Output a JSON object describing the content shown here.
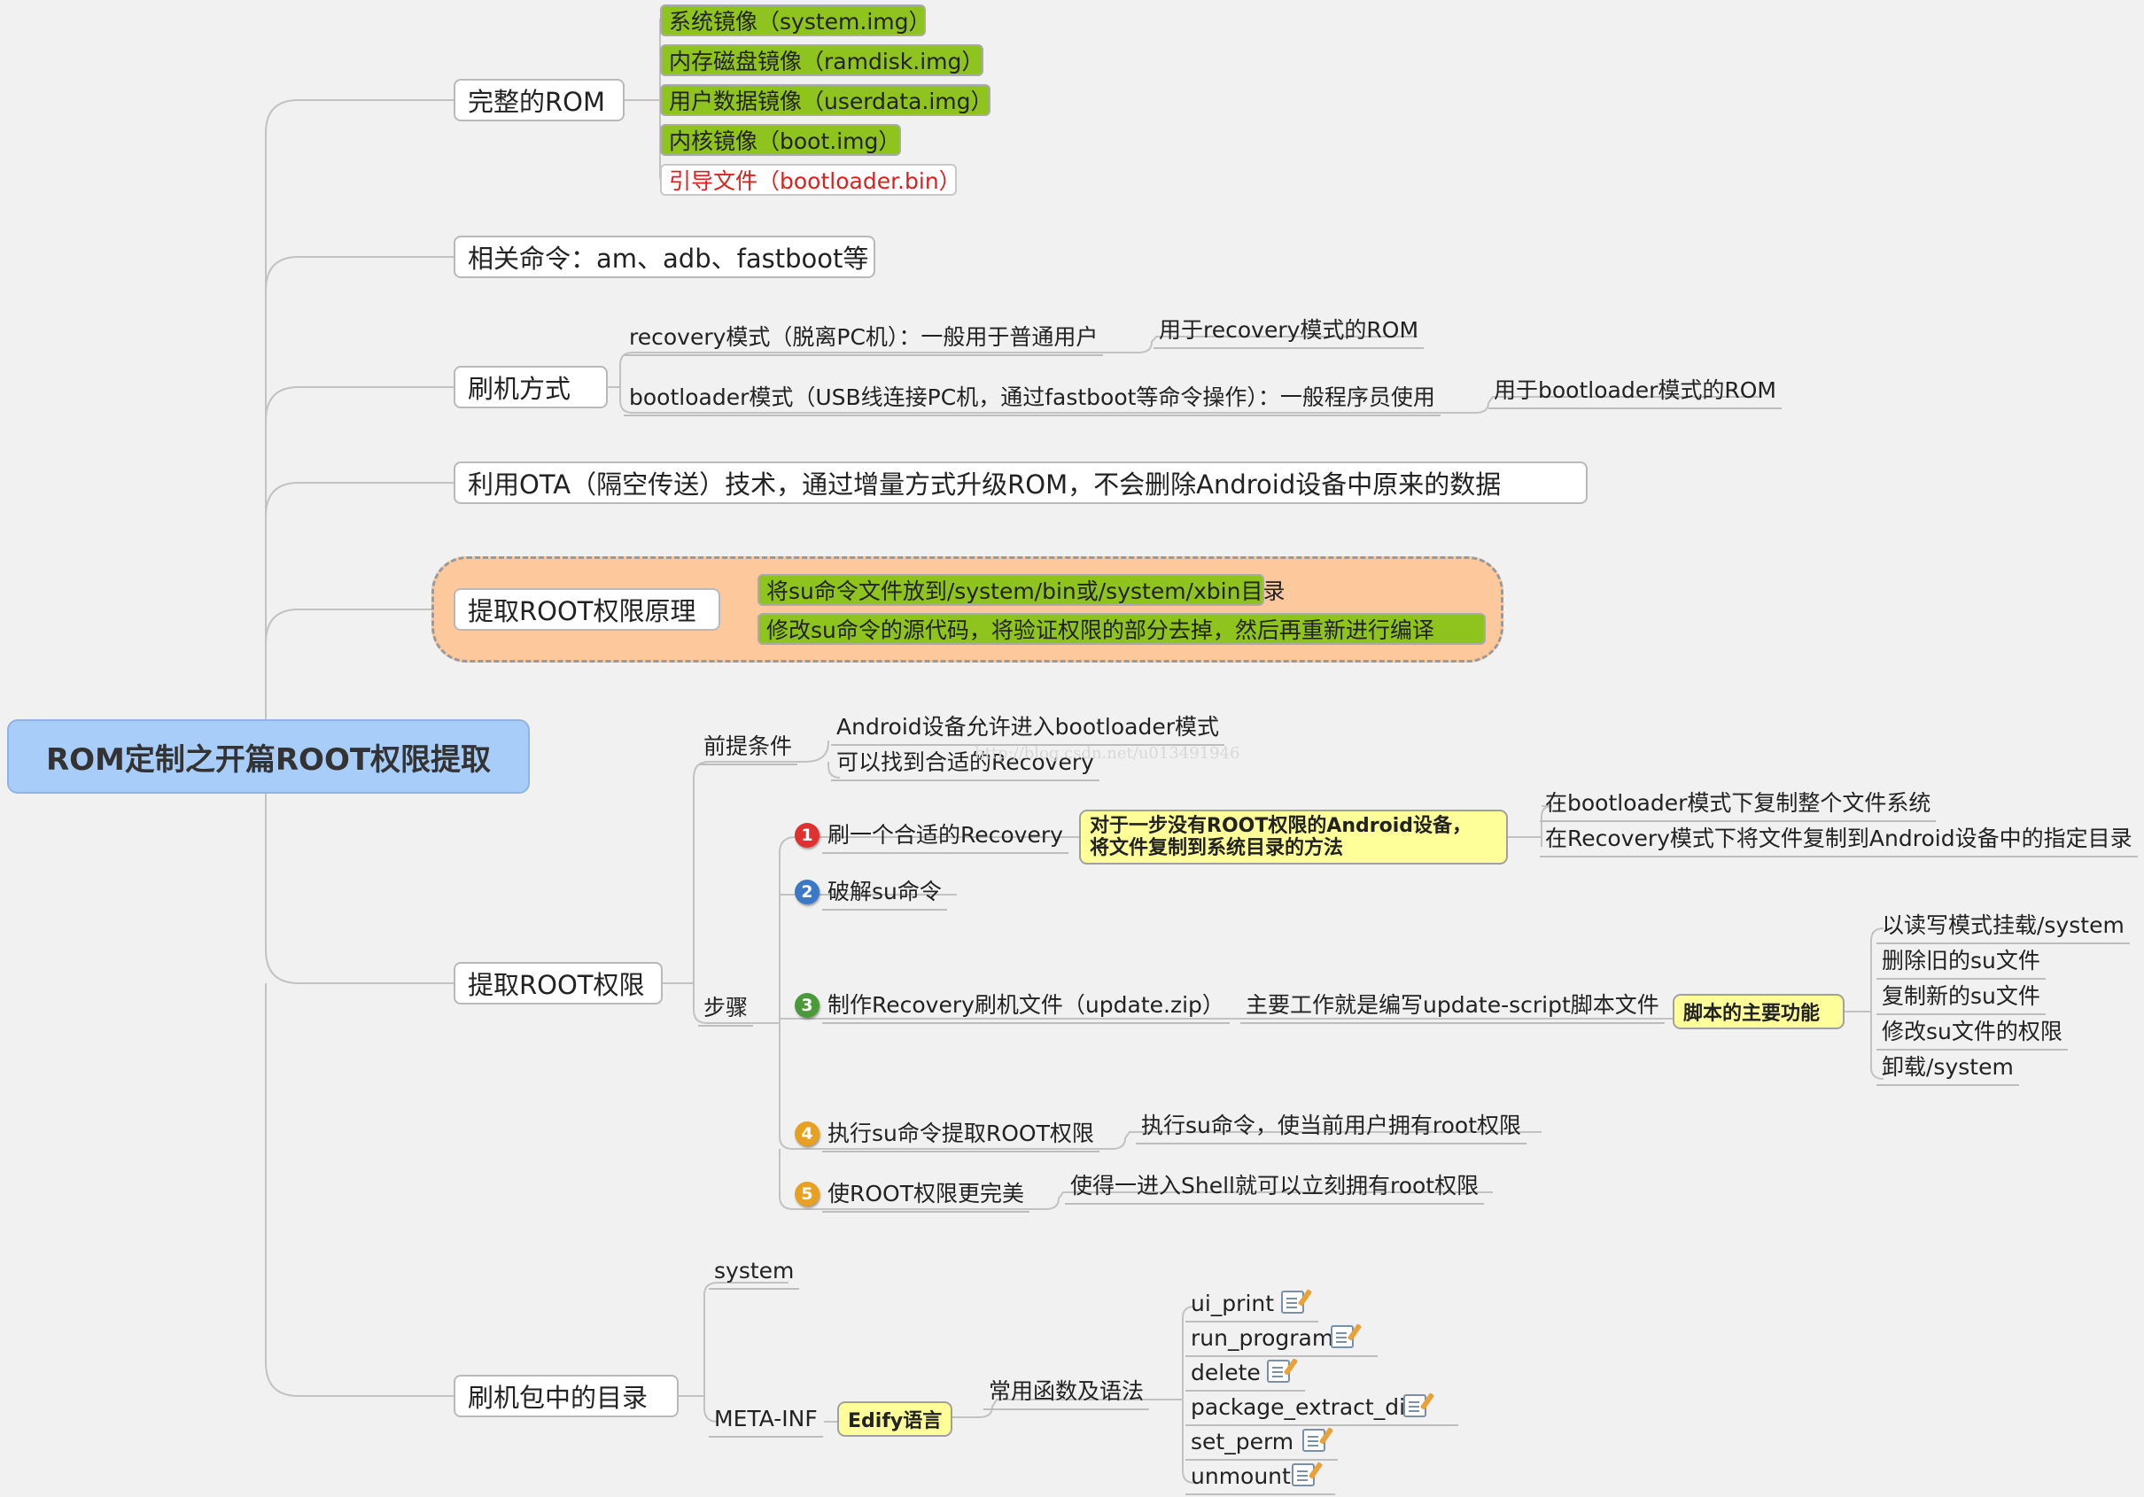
{
  "root": {
    "label": "ROM定制之开篇ROOT权限提取"
  },
  "watermark": "http://blog.csdn.net/u013491946",
  "complete_rom": {
    "label": "完整的ROM",
    "items": [
      "系统镜像（system.img）",
      "内存磁盘镜像（ramdisk.img）",
      "用户数据镜像（userdata.img）",
      "内核镜像（boot.img）",
      "引导文件（bootloader.bin）"
    ]
  },
  "commands": {
    "label": "相关命令：am、adb、fastboot等"
  },
  "flash_method": {
    "label": "刷机方式",
    "recovery": "recovery模式（脱离PC机）：一般用于普通用户",
    "recovery_rom": "用于recovery模式的ROM",
    "bootloader": "bootloader模式（USB线连接PC机，通过fastboot等命令操作）：一般程序员使用",
    "bootloader_rom": "用于bootloader模式的ROM"
  },
  "ota": {
    "label": "利用OTA（隔空传送）技术，通过增量方式升级ROM，不会删除Android设备中原来的数据"
  },
  "principle": {
    "label": "提取ROOT权限原理",
    "items": [
      "将su命令文件放到/system/bin或/system/xbin目录",
      "修改su命令的源代码，将验证权限的部分去掉，然后再重新进行编译"
    ]
  },
  "extract_root": {
    "label": "提取ROOT权限",
    "prereq": "前提条件",
    "prereq_items": [
      "Android设备允许进入bootloader模式",
      "可以找到合适的Recovery"
    ],
    "steps_label": "步骤",
    "step1": "刷一个合适的Recovery",
    "step1_note": "对于一步没有ROOT权限的Android设备，\n将文件复制到系统目录的方法",
    "step1_items": [
      "在bootloader模式下复制整个文件系统",
      "在Recovery模式下将文件复制到Android设备中的指定目录"
    ],
    "step2": "破解su命令",
    "step3": "制作Recovery刷机文件（update.zip）",
    "step3_detail": "主要工作就是编写update-script脚本文件",
    "step3_note": "脚本的主要功能",
    "step3_items": [
      "以读写模式挂载/system",
      "删除旧的su文件",
      "复制新的su文件",
      "修改su文件的权限",
      "卸载/system"
    ],
    "step4": "执行su命令提取ROOT权限",
    "step4_detail": "执行su命令，使当前用户拥有root权限",
    "step5": "使ROOT权限更完美",
    "step5_detail": "使得一进入Shell就可以立刻拥有root权限",
    "numbers": [
      "1",
      "2",
      "3",
      "4",
      "5"
    ]
  },
  "package_dirs": {
    "label": "刷机包中的目录",
    "system": "system",
    "meta_inf": "META-INF",
    "edify": "Edify语言",
    "functions_label": "常用函数及语法",
    "functions": [
      "ui_print",
      "run_program",
      "delete",
      "package_extract_dir",
      "set_perm",
      "unmount"
    ]
  },
  "colors": {
    "root_fill": "#a8cdf8",
    "principle_fill": "#fdc89c",
    "green": "#8fc41e",
    "yellow_note": "#ffff9a",
    "link_red": "#e01e1e",
    "num1": "#e03030",
    "num2": "#3b78c8",
    "num3": "#4b9a3a",
    "num4": "#e8a020",
    "num5": "#e8a020"
  }
}
